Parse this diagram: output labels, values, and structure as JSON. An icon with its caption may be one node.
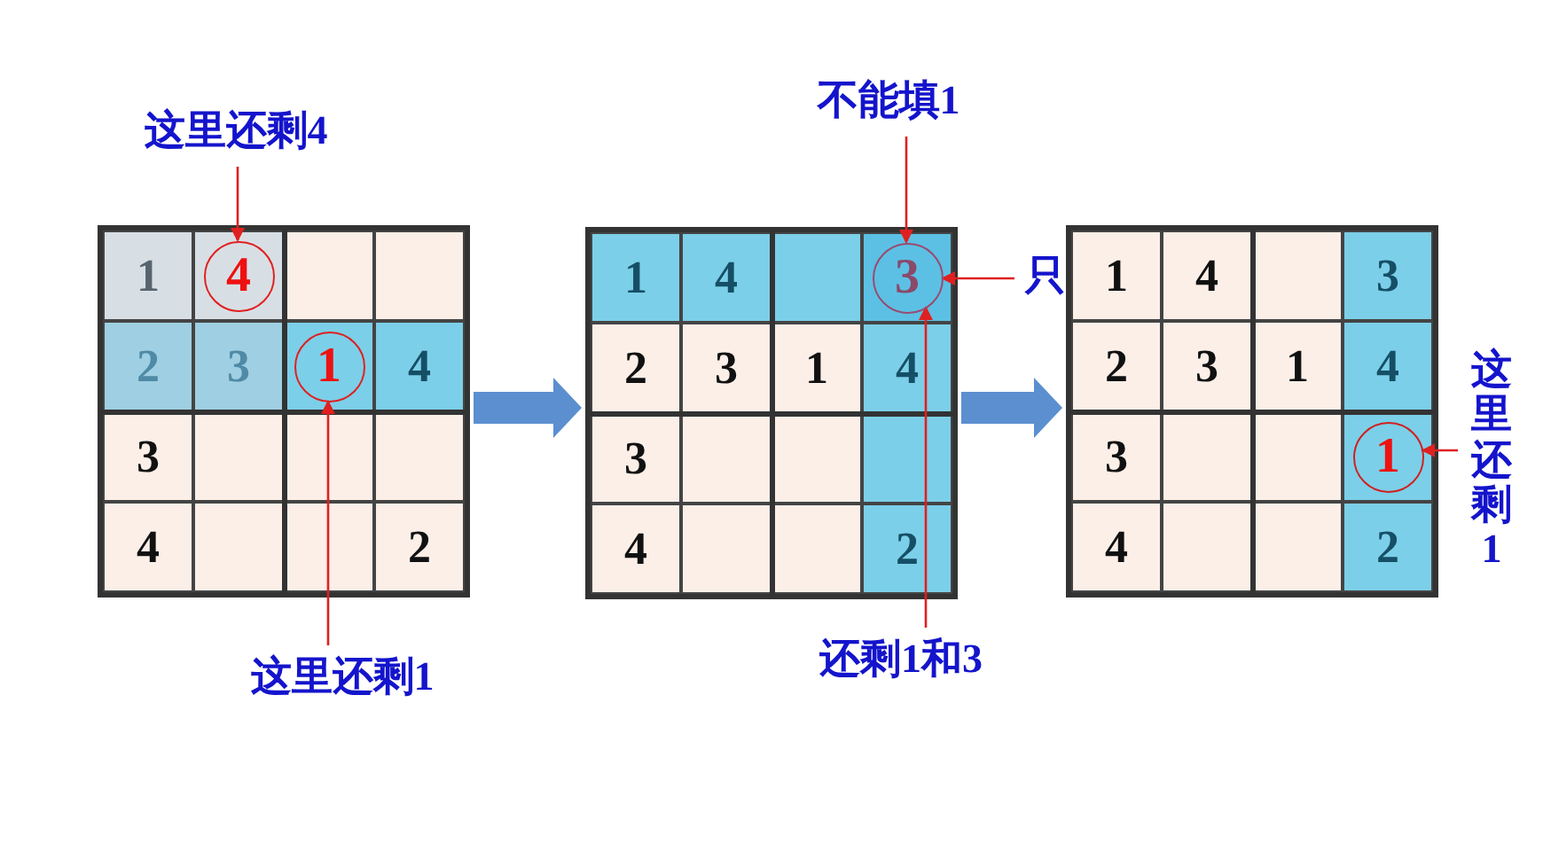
{
  "diagram": {
    "nodes": [
      {
        "text": [
          "这里还剩4"
        ]
      },
      {
        "text": [],
        "shape": "box"
      },
      {
        "text": [
          "4"
        ],
        "in": 1
      },
      {
        "text": [
          "1"
        ],
        "in": 1
      },
      {
        "text": [
          "这里还剩1"
        ]
      },
      {
        "text": [
          "不能填1"
        ]
      },
      {
        "text": [],
        "shape": "box"
      },
      {
        "text": [
          "3"
        ],
        "in": 6
      },
      {
        "text": [
          "只"
        ]
      },
      {
        "text": [
          "还剩1和3"
        ]
      },
      {
        "text": [],
        "shape": "box"
      },
      {
        "text": [
          "1"
        ],
        "in": 10
      },
      {
        "text": [
          "这里还剩1"
        ]
      }
    ],
    "edges": [
      {
        "from": 0,
        "to": 2,
        "arrow": "to"
      },
      {
        "from": 1,
        "to": 6,
        "arrow": "to",
        "style": "thick",
        "color": "#5b8fd0"
      },
      {
        "from": 4,
        "to": 3,
        "arrow": "to"
      },
      {
        "from": 5,
        "to": 7,
        "arrow": "to"
      },
      {
        "from": 8,
        "to": 7,
        "arrow": "to"
      },
      {
        "from": 9,
        "to": 7,
        "arrow": "to"
      },
      {
        "from": 6,
        "to": 10,
        "arrow": "to",
        "style": "thick",
        "color": "#5b8fd0"
      },
      {
        "from": 12,
        "to": 11,
        "arrow": "to"
      }
    ],
    "labels": [
      "1",
      "2",
      "3",
      "4",
      "3",
      "4",
      "2",
      "1",
      "4",
      "2",
      "3",
      "1",
      "4",
      "3",
      "4",
      "2",
      "1",
      "4",
      "3",
      "2",
      "3",
      "1",
      "4",
      "3",
      "4",
      "2"
    ]
  }
}
